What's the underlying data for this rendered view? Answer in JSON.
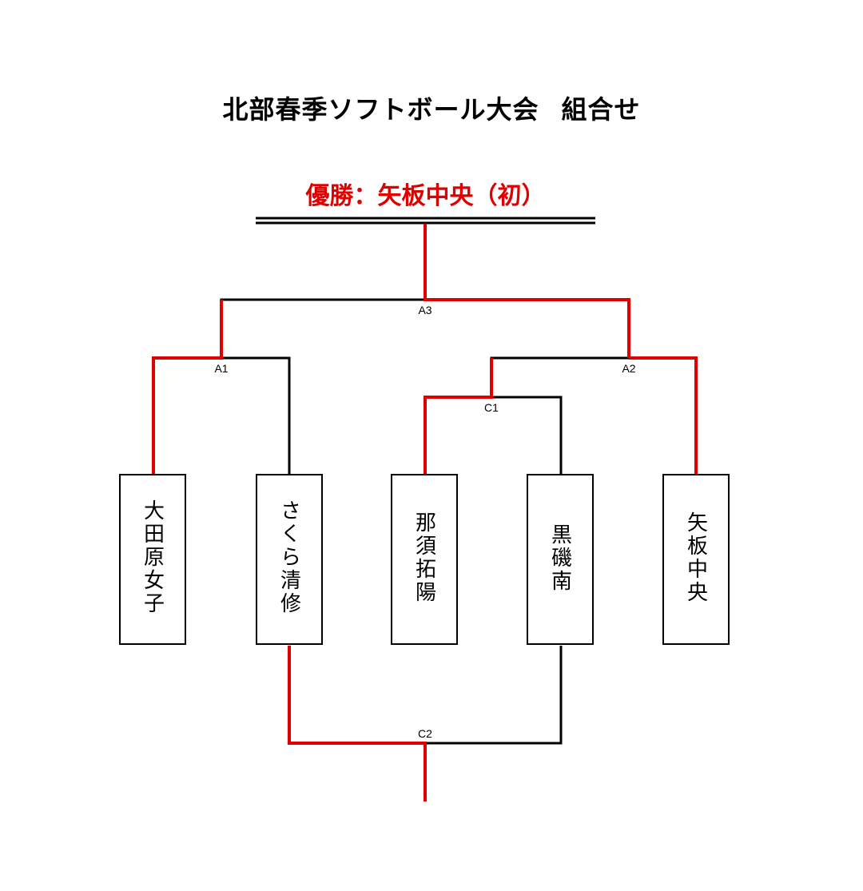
{
  "title": "北部春季ソフトボール大会",
  "subtitle": "組合せ",
  "champion": "優勝：矢板中央（初）",
  "colors": {
    "winner": "#e00000",
    "line": "#000000"
  },
  "teams": [
    "大田原女子",
    "さくら清修",
    "那須拓陽",
    "黒磯南",
    "矢板中央"
  ],
  "matches": {
    "a1": "A1",
    "a2": "A2",
    "a3": "A3",
    "c1": "C1",
    "c2": "C2"
  }
}
